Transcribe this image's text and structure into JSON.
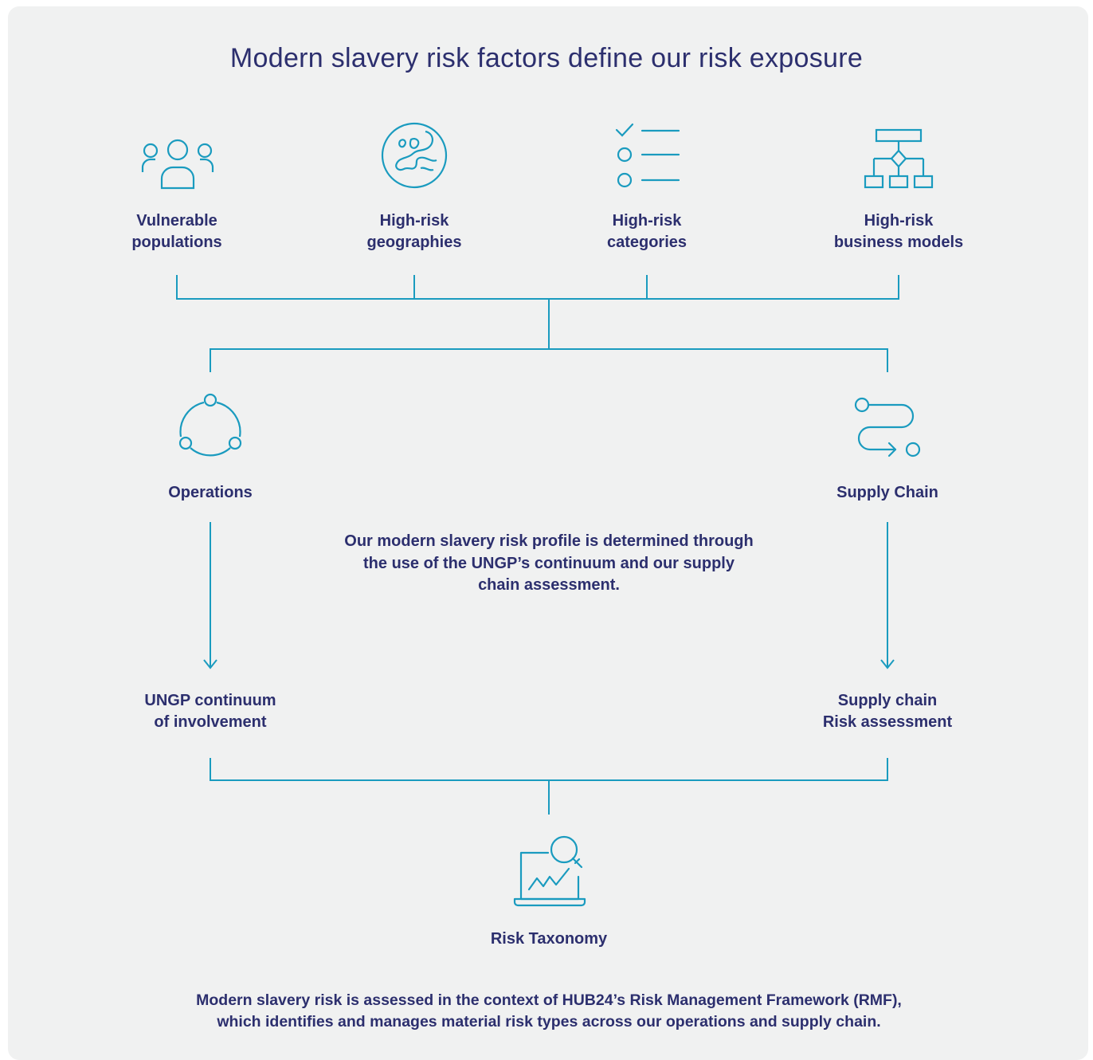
{
  "title": "Modern slavery risk factors define our risk exposure",
  "colors": {
    "accent": "#1a9bbf",
    "text": "#2c2f6e",
    "panel": "#f0f1f1"
  },
  "risk_factors": [
    {
      "icon": "people-group-icon",
      "line1": "Vulnerable",
      "line2": "populations"
    },
    {
      "icon": "globe-icon",
      "line1": "High-risk",
      "line2": "geographies"
    },
    {
      "icon": "checklist-icon",
      "line1": "High-risk",
      "line2": "categories"
    },
    {
      "icon": "org-chart-icon",
      "line1": "High-risk",
      "line2": "business models"
    }
  ],
  "operations": {
    "icon": "cycle-icon",
    "label": "Operations"
  },
  "supply_chain": {
    "icon": "route-icon",
    "label": "Supply Chain"
  },
  "description": "Our modern slavery risk profile is determined through the use of the UNGP’s continuum and our supply chain assessment.",
  "ungp": {
    "line1": "UNGP continuum",
    "line2": "of involvement"
  },
  "supply_assessment": {
    "line1": "Supply chain",
    "line2": "Risk assessment"
  },
  "taxonomy": {
    "icon": "laptop-analytics-icon",
    "label": "Risk Taxonomy"
  },
  "footer": {
    "line1": "Modern slavery risk is assessed in the context of HUB24’s Risk Management Framework (RMF),",
    "line2": "which identifies and manages material risk types across our operations and supply chain."
  }
}
